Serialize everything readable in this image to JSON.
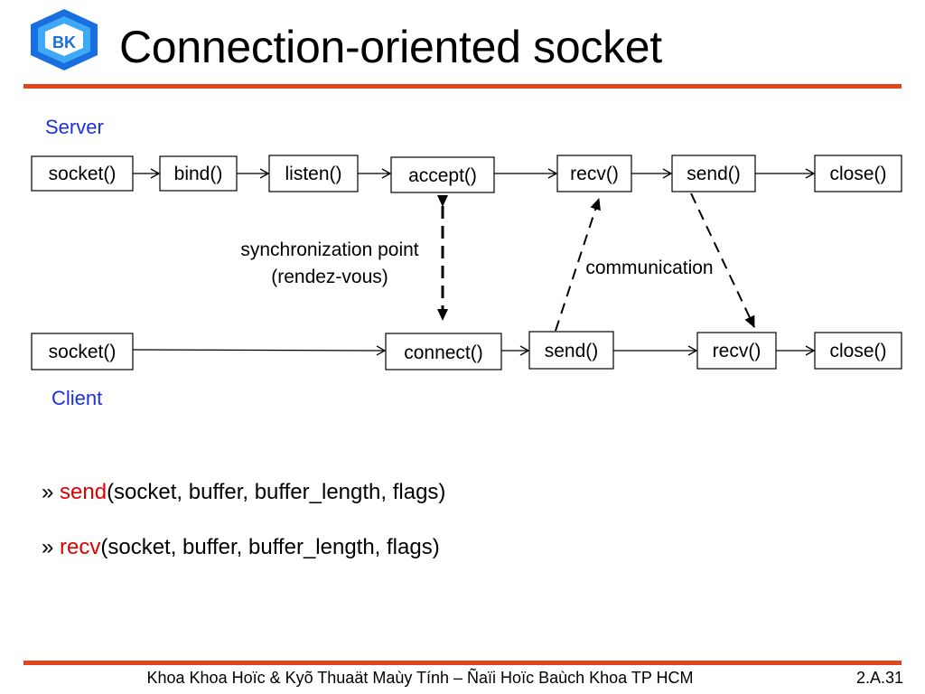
{
  "slide": {
    "title": "Connection-oriented socket",
    "logo_text": "BK",
    "page_number": "2.A.31",
    "footer": "Khoa Khoa Hoïc & Kyõ Thuaät Maùy Tính – Ñaïi Hoïc Baùch Khoa TP HCM"
  },
  "diagram": {
    "server_label": "Server",
    "client_label": "Client",
    "server_steps": [
      "socket()",
      "bind()",
      "listen()",
      "accept()",
      "recv()",
      "send()",
      "close()"
    ],
    "client_steps": [
      "socket()",
      "connect()",
      "send()",
      "recv()",
      "close()"
    ],
    "sync_note": [
      "synchronization point",
      "(rendez-vous)"
    ],
    "comm_note": "communication"
  },
  "calls": [
    {
      "name": "send",
      "args": "(socket, buffer, buffer_length, flags)"
    },
    {
      "name": "recv",
      "args": "(socket, buffer, buffer_length, flags)"
    }
  ],
  "colors": {
    "accent_rule": "#e0461c",
    "role_label": "#1c30e0",
    "keyword": "#e00000",
    "logo_blue": "#1a6fe0",
    "logo_light": "#3fa9f5"
  },
  "icons": {
    "logo": "bk-logo-icon"
  }
}
